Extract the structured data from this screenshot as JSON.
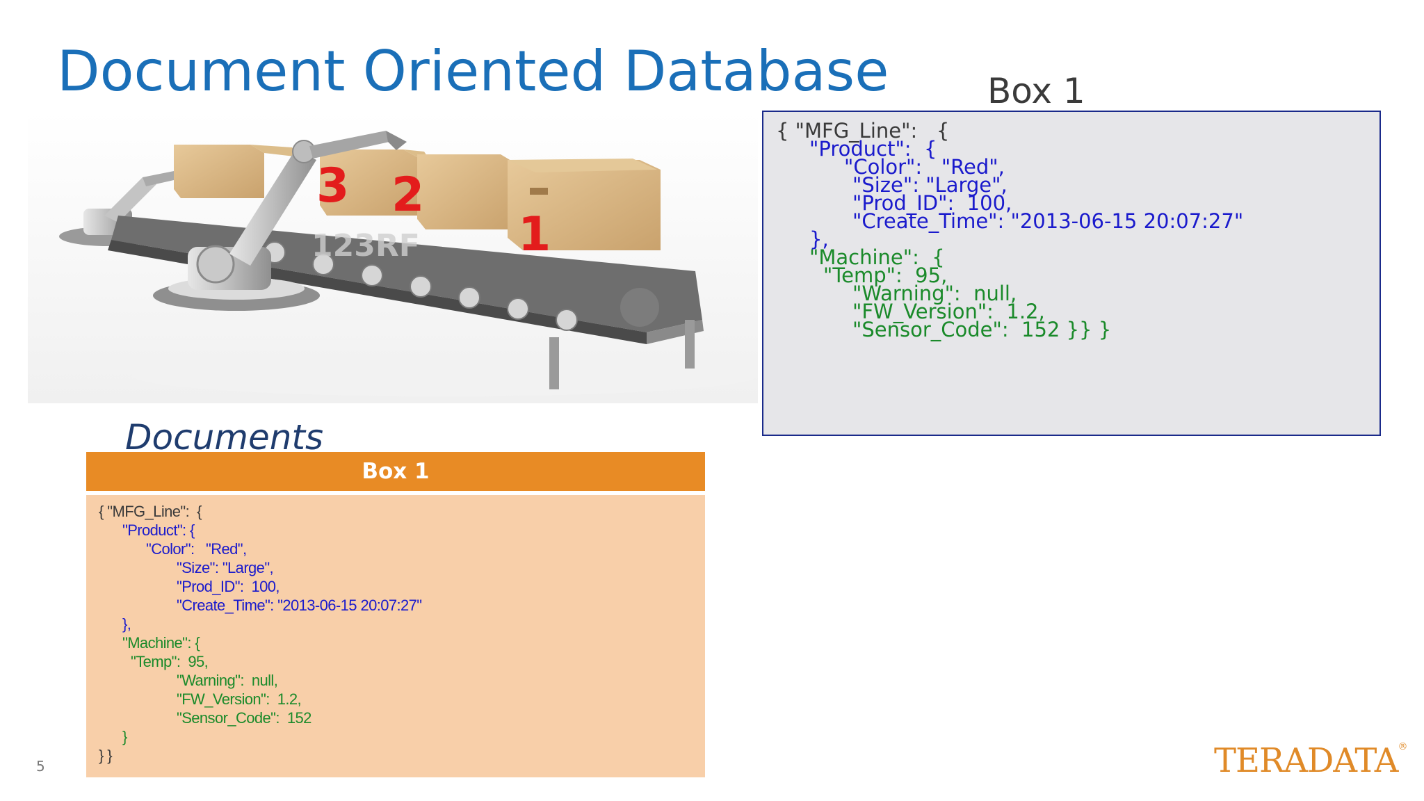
{
  "slide": {
    "title": "Document Oriented Database",
    "page_number": "5"
  },
  "top_panel": {
    "heading": "Box 1",
    "lines": [
      "{ \"MFG_Line\":   {",
      "\"Product\":  {",
      "\"Color\":   \"Red\",",
      "\"Size\": \"Large\",",
      "\"Prod_ID\":  100,",
      "\"Create_Time\": \"2013-06-15 20:07:27\"",
      "},",
      "\"Machine\":  {",
      "\"Temp\":  95,",
      "\"Warning\":  null,",
      "\"FW_Version\":  1.2,",
      "\"Sensor_Code\":  152 }} }"
    ]
  },
  "illustration": {
    "box_numbers": [
      "3",
      "2",
      "1"
    ],
    "watermark": "123RF"
  },
  "documents": {
    "label": "Documents",
    "header": "Box 1",
    "lines": [
      "{ \"MFG_Line\":  {",
      "\"Product\": {",
      "\"Color\":   \"Red\",",
      "\"Size\": \"Large\",",
      "\"Prod_ID\":  100,",
      "\"Create_Time\": \"2013-06-15 20:07:27\"",
      "},",
      "\"Machine\": {",
      "\"Temp\":  95,",
      "\"Warning\":  null,",
      "\"FW_Version\":  1.2,",
      "\"Sensor_Code\":  152",
      "}",
      "} }"
    ]
  },
  "logo": {
    "text": "TERADATA",
    "mark": "®"
  },
  "colors": {
    "title": "#1a6fb8",
    "key_blue": "#1a1acc",
    "key_green": "#1a8a2a",
    "orange": "#e88b25",
    "peach": "#f8cfa9",
    "number_red": "#e31c1c"
  }
}
